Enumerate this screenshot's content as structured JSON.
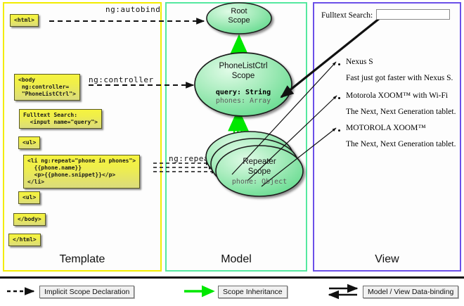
{
  "columns": [
    {
      "name": "template",
      "label": "Template",
      "border": "#f2ec00"
    },
    {
      "name": "model",
      "label": "Model",
      "border": "#55e8a0"
    },
    {
      "name": "view",
      "label": "View",
      "border": "#6b50e8"
    }
  ],
  "template": {
    "boxes": [
      {
        "id": "html-open",
        "text": "<html>"
      },
      {
        "id": "body-open",
        "text": "<body\n ng:controller=\n \"PhoneListCtrl\">"
      },
      {
        "id": "fulltext-search",
        "text": "Fulltext Search:\n  <input name=\"query\">"
      },
      {
        "id": "ul-open",
        "text": "<ul>"
      },
      {
        "id": "li-repeat",
        "text": "<li ng:repeat=\"phone in phones\">\n  {{phone.name}}\n  <p>{{phone.snippet}}</p>\n</li>"
      },
      {
        "id": "ul-close",
        "text": "<ul>"
      },
      {
        "id": "body-close",
        "text": "</body>"
      },
      {
        "id": "html-close",
        "text": "</html>"
      }
    ]
  },
  "connectors": [
    {
      "id": "ng-autobind",
      "label": "ng:autobind"
    },
    {
      "id": "ng-controller",
      "label": "ng:controller"
    },
    {
      "id": "ng-repeat",
      "label": "ng:repeat"
    }
  ],
  "model": {
    "scopes": [
      {
        "id": "root-scope",
        "title": "Root",
        "subtitle": "Scope",
        "props": []
      },
      {
        "id": "phonelistctrl-scope",
        "title": "PhoneListCtrl",
        "subtitle": "Scope",
        "props": [
          {
            "key": "query: String",
            "bold": true
          },
          {
            "key": "phones: Array",
            "bold": false
          }
        ]
      },
      {
        "id": "repeater-scope",
        "title": "Repeater",
        "subtitle": "Scope",
        "props": [
          {
            "key": "phone: Object",
            "bold": false
          }
        ]
      }
    ]
  },
  "view": {
    "search_label": "Fulltext Search:",
    "search_value": "",
    "search_placeholder": "",
    "items": [
      {
        "title": "Nexus S",
        "desc": "Fast just got faster with Nexus S."
      },
      {
        "title": "Motorola XOOM™  with Wi-Fi",
        "desc": "The Next, Next Generation tablet."
      },
      {
        "title": "MOTOROLA XOOM™",
        "desc": "The Next, Next Generation tablet."
      }
    ]
  },
  "legend": [
    {
      "id": "implicit-scope-declaration",
      "label": "Implicit Scope Declaration",
      "style": "dashed-arrow",
      "color": "#111111"
    },
    {
      "id": "scope-inheritance",
      "label": "Scope Inheritance",
      "style": "green-arrow",
      "color": "#00e800"
    },
    {
      "id": "model-view-data-binding",
      "label": "Model / View Data-binding",
      "style": "double-arrow",
      "color": "#111111"
    }
  ],
  "colors": {
    "template_border": "#f2ec00",
    "model_border": "#55e8a0",
    "view_border": "#6b50e8",
    "code_fill": "#eef04a",
    "scope_fill": "#8fe8a8",
    "inheritance": "#00e800"
  }
}
